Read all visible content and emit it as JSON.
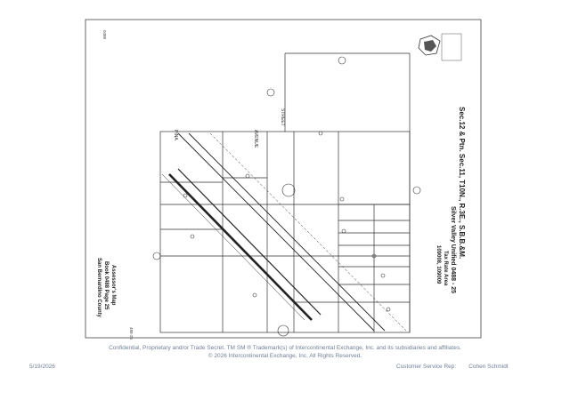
{
  "map": {
    "header_lines": [
      "Sec.12 & Ptn. Sec.11, T10N., R.3E., S.B.B.&M.",
      "Silver Valley Unified  0488 - 25",
      "Tax Rate Area",
      "109008, 109009"
    ],
    "assessor_lines": [
      "Assessor's Map",
      "Book 0488 Page 25",
      "San Bernardino County"
    ],
    "street_labels": [
      "PINA",
      "AVENUE",
      "STREET"
    ],
    "page_code": "0488",
    "map_ref": "488-25"
  },
  "footer": {
    "line1": "Confidential, Proprietary and/or Trade Secret. TM SM ® Trademark(s) of Intercontinental Exchange, Inc. and its subsidiaries and affiliates.",
    "line2": "© 2026 Intercontinental Exchange, Inc. All Rights Reserved.",
    "print_date": "5/19/2026",
    "rep_label": "Customer Service Rep:",
    "rep_name": "Cohen Schmidt"
  },
  "colors": {
    "line": "#333333",
    "footer_text": "#6f7f96"
  }
}
